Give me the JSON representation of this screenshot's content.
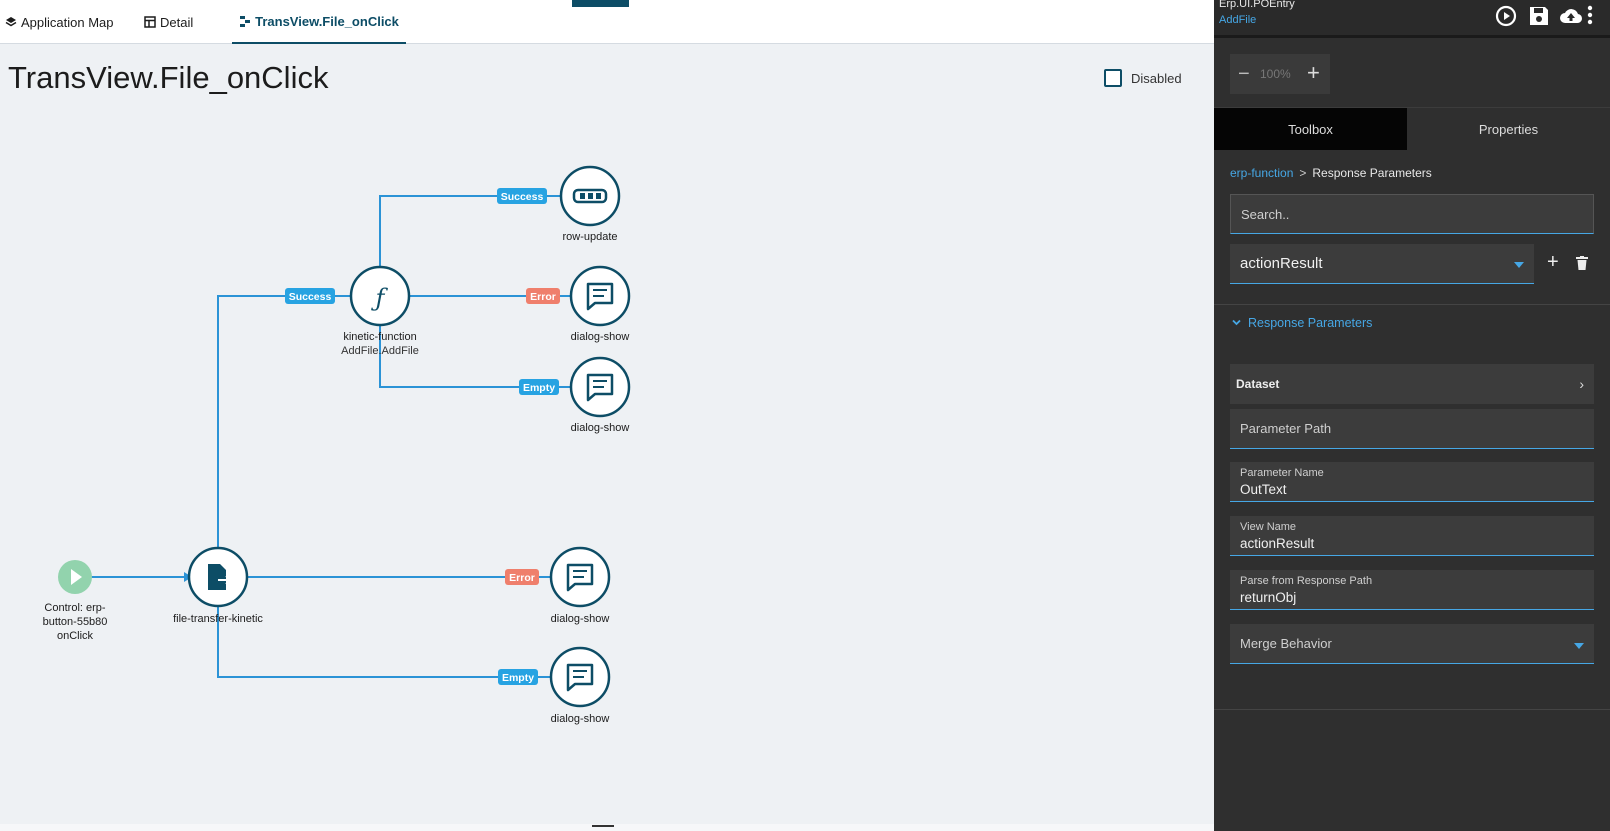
{
  "nav": {
    "tabs": [
      {
        "label": "Application Map",
        "icon": "layers-icon"
      },
      {
        "label": "Detail",
        "icon": "table-icon"
      },
      {
        "label": "TransView.File_onClick",
        "icon": "flow-icon",
        "active": true
      }
    ]
  },
  "canvas": {
    "title": "TransView.File_onClick",
    "disabled_label": "Disabled",
    "disabled_checked": false
  },
  "flow": {
    "trigger": {
      "lines": [
        "Control: erp-",
        "button-55b80",
        "onClick"
      ],
      "icon": "play-icon"
    },
    "nodes": [
      {
        "id": "file-transfer",
        "label": "file-transfer-kinetic",
        "icon": "file-transfer-icon"
      },
      {
        "id": "kinetic-function",
        "label": "kinetic-function",
        "sublabel": "AddFile.AddFile",
        "icon": "function-icon"
      },
      {
        "id": "row-update",
        "label": "row-update",
        "icon": "row-update-icon"
      },
      {
        "id": "dialog-1",
        "label": "dialog-show",
        "icon": "dialog-icon"
      },
      {
        "id": "dialog-2",
        "label": "dialog-show",
        "icon": "dialog-icon"
      },
      {
        "id": "dialog-3",
        "label": "dialog-show",
        "icon": "dialog-icon"
      },
      {
        "id": "dialog-4",
        "label": "dialog-show",
        "icon": "dialog-icon"
      }
    ],
    "edge_labels": {
      "success": "Success",
      "error": "Error",
      "empty": "Empty"
    },
    "colors": {
      "success": "#27a3e2",
      "error": "#ef7f6c",
      "empty": "#27a3e2",
      "node": "#0d4d66",
      "trigger": "#92d3ad",
      "edge": "#2b93d6"
    }
  },
  "panel": {
    "app_name": "Erp.UI.POEntry",
    "view_name": "AddFile",
    "head_icons": [
      "play-circle-icon",
      "save-icon",
      "cloud-upload-icon",
      "more-vertical-icon"
    ],
    "zoom": {
      "value": "100%"
    },
    "tabs": {
      "toolbox": "Toolbox",
      "properties": "Properties"
    },
    "breadcrumb": {
      "link": "erp-function",
      "separator": ">",
      "current": "Response Parameters"
    },
    "search_placeholder": "Search..",
    "selected_param": "actionResult",
    "section_title": "Response Parameters",
    "dataset_label": "Dataset",
    "fields": {
      "parameter_path": {
        "label": "Parameter Path",
        "value": ""
      },
      "parameter_name": {
        "label": "Parameter Name",
        "value": "OutText"
      },
      "view_name": {
        "label": "View Name",
        "value": "actionResult"
      },
      "parse_path": {
        "label": "Parse from Response Path",
        "value": "returnObj"
      },
      "merge_behavior": {
        "label": "Merge Behavior",
        "value": ""
      }
    },
    "accent": "#46a7e5"
  }
}
